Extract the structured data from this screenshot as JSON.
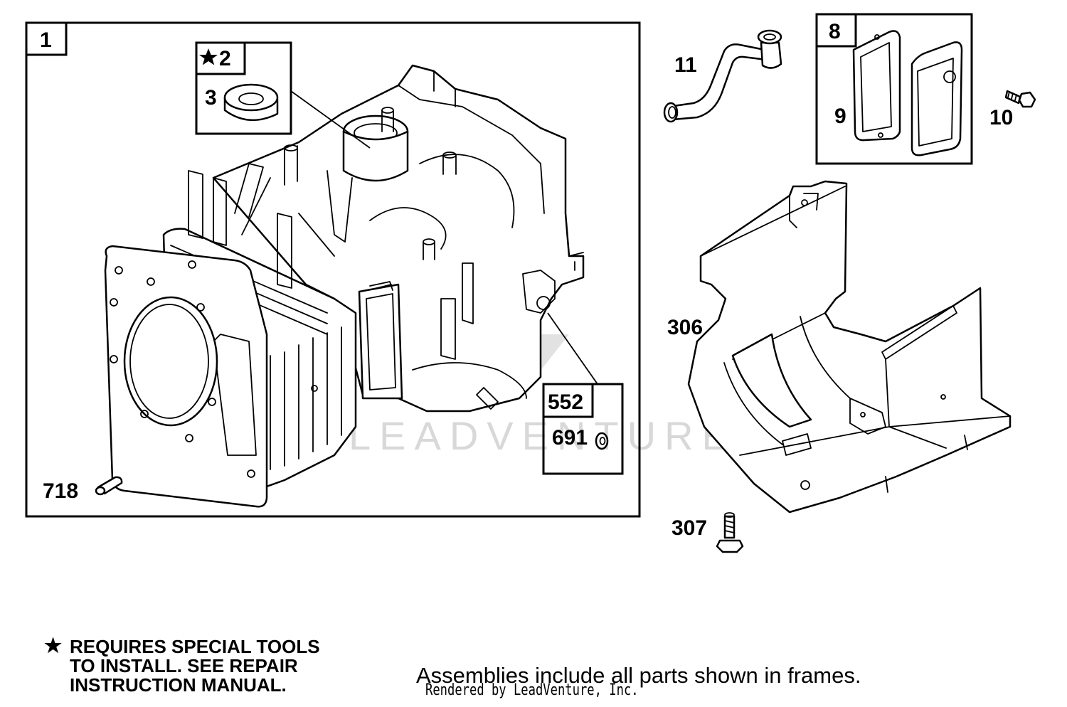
{
  "frames": {
    "main": "1",
    "seal": "2",
    "filler_cap": "552",
    "breather": "8"
  },
  "callouts": {
    "seal_ring": "3",
    "breather_gasket": "9",
    "screw": "10",
    "breather_tube": "11",
    "deflector": "306",
    "deflector_screw": "307",
    "oring": "691",
    "dowel_pin": "718"
  },
  "icons": {
    "special_tool": "star-icon",
    "watermark": "leadventure-logo"
  },
  "watermark": "LEADVENTURE",
  "note": {
    "line1": "REQUIRES SPECIAL TOOLS",
    "line2": "TO INSTALL.  SEE REPAIR",
    "line3": "INSTRUCTION MANUAL."
  },
  "footer": {
    "assemblies": "Assemblies include all parts shown in frames.",
    "rendered_by": "Rendered by LeadVenture, Inc."
  }
}
